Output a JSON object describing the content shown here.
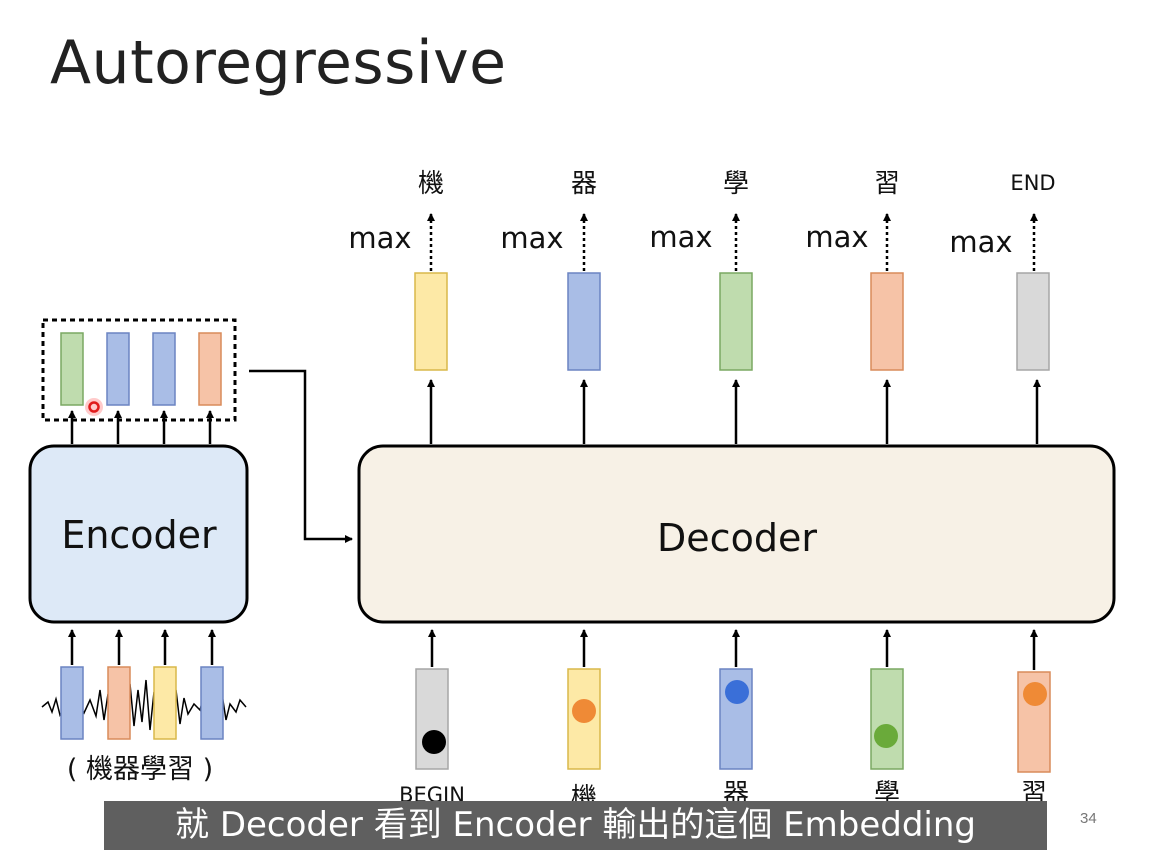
{
  "slide": {
    "title": "Autoregressive",
    "page_number": "34",
    "subtitle": "就 Decoder 看到 Encoder 輸出的這個 Embedding"
  },
  "encoder": {
    "label": "Encoder",
    "input_caption": "( 機器學習 )"
  },
  "decoder": {
    "label": "Decoder",
    "max_label": "max",
    "outputs": [
      "機",
      "器",
      "學",
      "習",
      "END"
    ],
    "inputs": [
      "BEGIN",
      "機",
      "器",
      "學",
      "習"
    ]
  },
  "colors": {
    "yellow": "#fde9a6",
    "blue": "#a9bde6",
    "green": "#bfdcae",
    "orange": "#f6c3a7",
    "gray": "#d9d9d9",
    "encoder_fill": "#dde9f7",
    "decoder_fill": "#f7f1e6",
    "dot_orange": "#ef8a36",
    "dot_blue": "#3a6fd8",
    "dot_green": "#6aaa3a",
    "dot_black": "#000000"
  }
}
